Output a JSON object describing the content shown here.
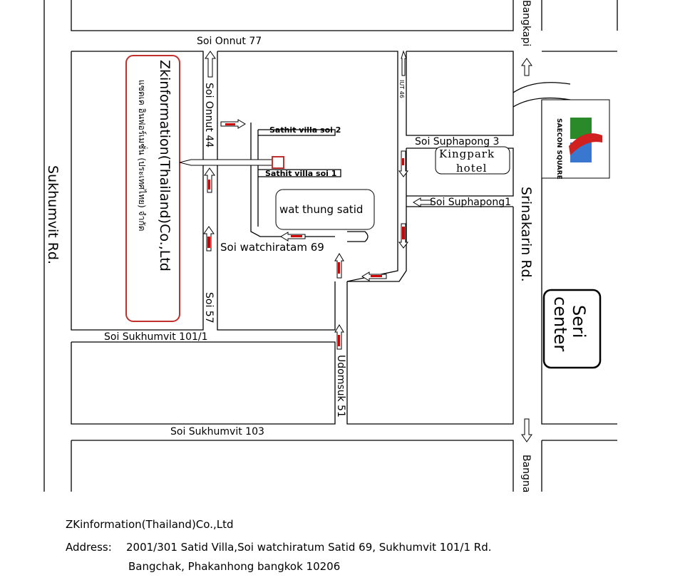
{
  "map": {
    "roads": {
      "sukhumvit": "Sukhumvit Rd.",
      "srinakarin": "Srinakarin Rd.",
      "onnut77": "Soi Onnut 77",
      "onnut44": "Soi Onnut 44",
      "soi57": "Soi 57",
      "sathit2": "Sathit villa soi 2",
      "sathit1": "Sathit villa soi 1",
      "watchiratam": "Soi watchiratam 69",
      "sukhumvit1011": "Soi Sukhumvit 101/1",
      "sukhumvit103": "Soi Sukhumvit 103",
      "udomsuk51": "Udomsuk 51",
      "iut46": "IUT 46",
      "suphapong3": "Soi Suphapong 3",
      "suphapong1": "Soi Suphapong1"
    },
    "directions": {
      "north": "Bangkapi",
      "south": "Bangna"
    },
    "landmarks": {
      "company": "Zkinformation(Thailand)Co.,Ltd",
      "company_thai": "แซดเค อินฟอร์เมชั่น (ประเทศไทย) จำกัด",
      "temple": "wat thung satid",
      "hotel_line1": "Kingpark",
      "hotel_line2": "hotel",
      "mall_logo": "SAECON SQUARE",
      "seri_line1": "Seri",
      "seri_line2": "center"
    },
    "colors": {
      "accent": "#c0302c",
      "arrow_fill": "#d00000"
    }
  },
  "footer": {
    "company": "ZKinformation(Thailand)Co.,Ltd",
    "address_label": "Address:",
    "address_line1": "2001/301 Satid Villa,Soi watchiratum Satid 69, Sukhumvit 101/1 Rd.",
    "address_line2": "Bangchak, Phakanhong bangkok 10206"
  }
}
